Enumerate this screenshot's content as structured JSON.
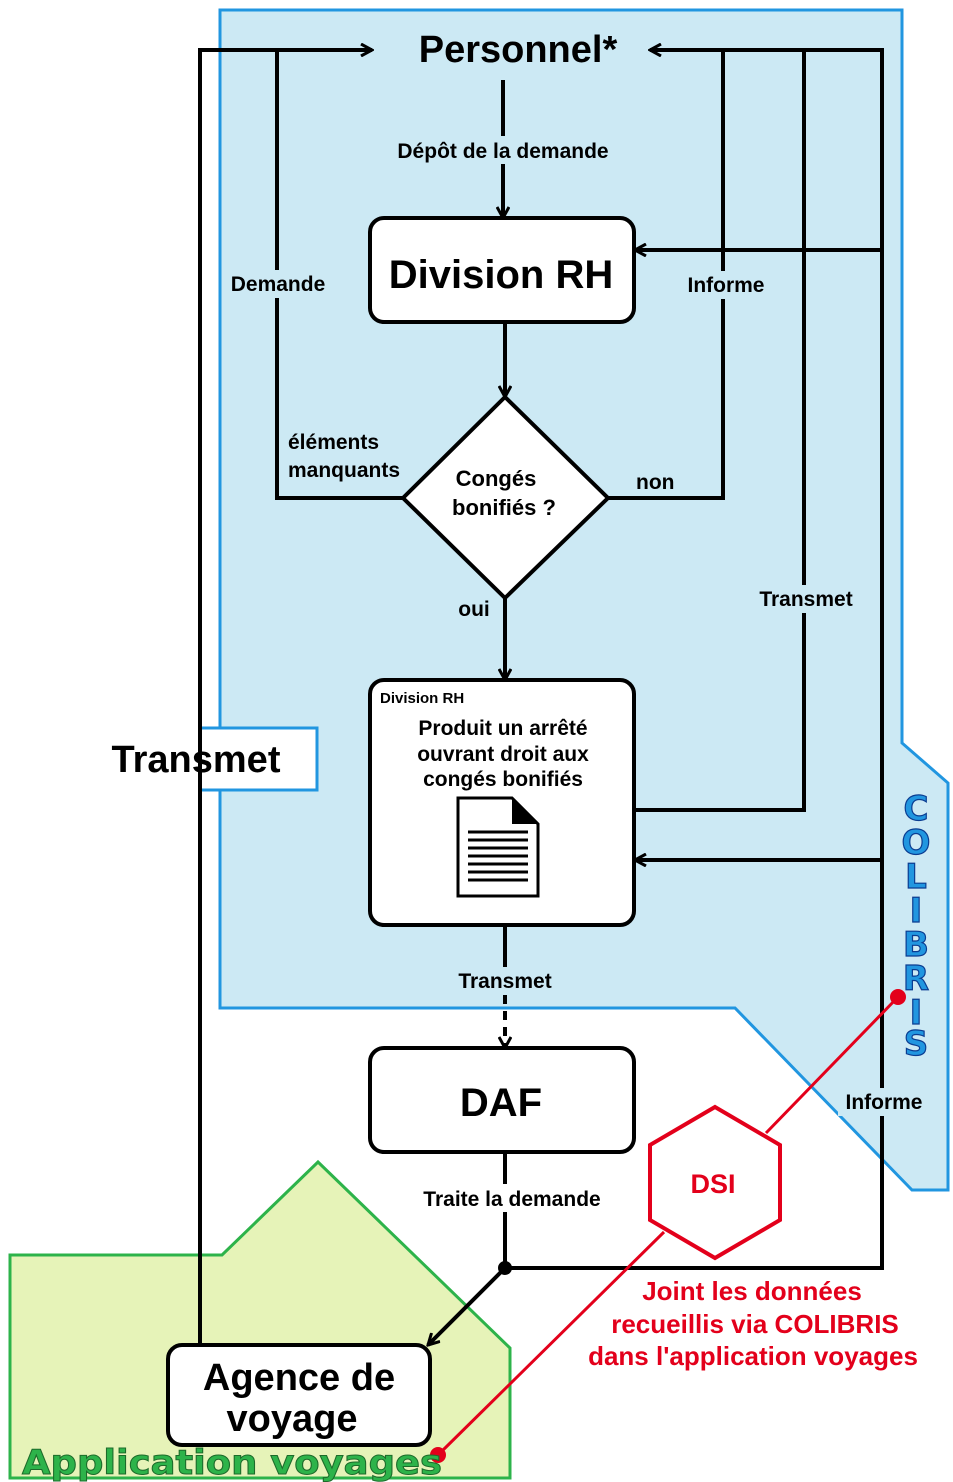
{
  "nodes": {
    "personnel": "Personnel*",
    "division_rh": "Division RH",
    "decision": [
      "Congés",
      "bonifiés ?"
    ],
    "arrete_header": "Division RH",
    "arrete_text": [
      "Produit un arrêté",
      "ouvrant droit  aux",
      "congés bonifiés"
    ],
    "daf": "DAF",
    "agence": [
      "Agence de",
      "voyage"
    ],
    "dsi": "DSI"
  },
  "edges": {
    "depot": "Dépôt de la demande",
    "demande": "Demande",
    "elements": [
      "éléments",
      "manquants"
    ],
    "non": "non",
    "oui": "oui",
    "informe_top": "Informe",
    "transmet_right": "Transmet",
    "transmet_left": "Transmet",
    "transmet_daf": "Transmet",
    "traite": "Traite la demande",
    "informe_bottom": "Informe"
  },
  "zones": {
    "colibris": [
      "C",
      "O",
      "L",
      "I",
      "B",
      "R",
      "I",
      "S"
    ],
    "application_voyages": "Application voyages"
  },
  "dsi_note": [
    "Joint les données",
    "recueillis via COLIBRIS",
    "dans l'application  voyages"
  ],
  "colors": {
    "colibris_fill": "#cce9f4",
    "colibris_border": "#2196e0",
    "app_fill": "#e6f3b8",
    "app_border": "#2db34a",
    "dsi_red": "#e3001b"
  }
}
